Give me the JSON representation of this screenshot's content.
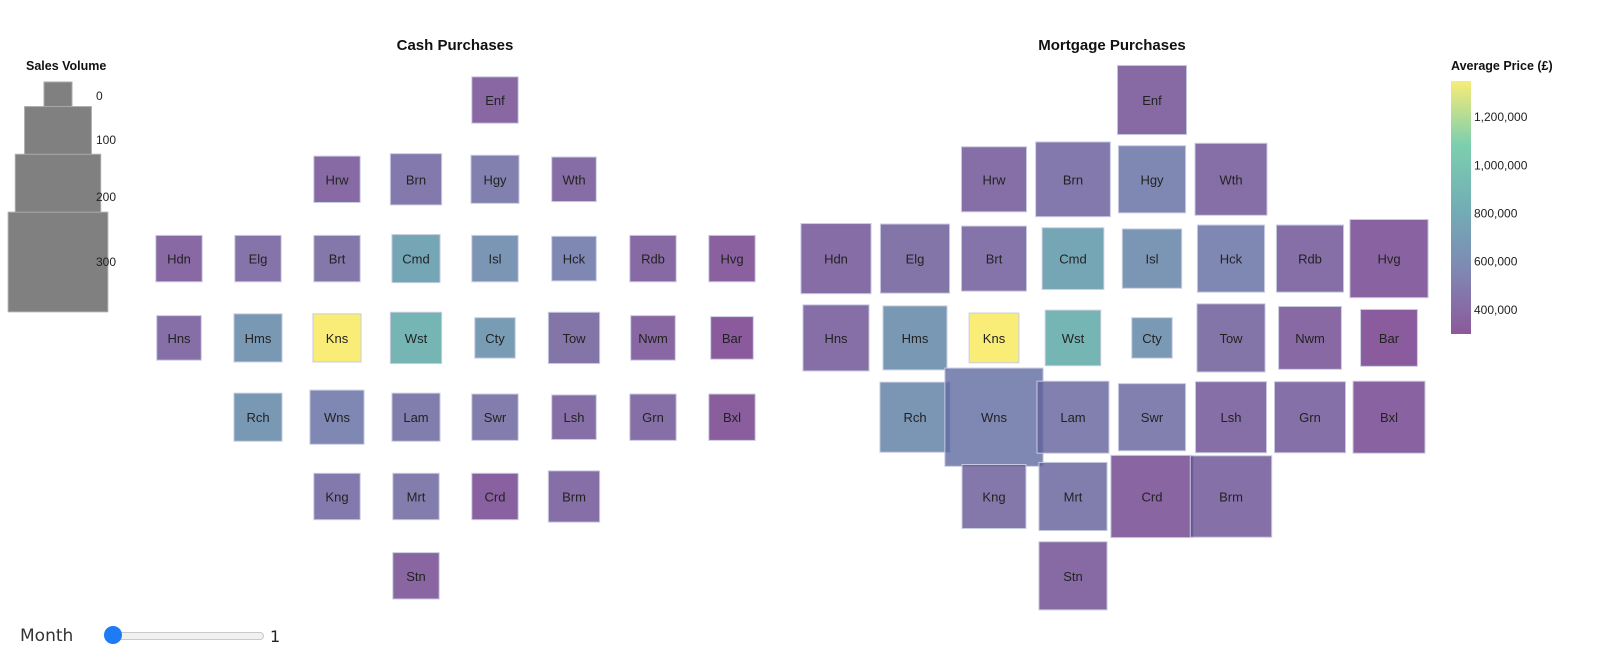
{
  "chart_data": [
    {
      "type": "heatmap",
      "title": "Cash Purchases",
      "color_field": "Average Price (£)",
      "size_field": "Sales Volume",
      "tiles": [
        {
          "code": "Enf",
          "row": 0,
          "col": 4,
          "volume": 40,
          "price": 380000
        },
        {
          "code": "Hrw",
          "row": 1,
          "col": 2,
          "volume": 40,
          "price": 400000
        },
        {
          "code": "Brn",
          "row": 1,
          "col": 3,
          "volume": 55,
          "price": 480000
        },
        {
          "code": "Hgy",
          "row": 1,
          "col": 4,
          "volume": 45,
          "price": 520000
        },
        {
          "code": "Wth",
          "row": 1,
          "col": 5,
          "volume": 35,
          "price": 410000
        },
        {
          "code": "Hdn",
          "row": 2,
          "col": 0,
          "volume": 40,
          "price": 390000
        },
        {
          "code": "Elg",
          "row": 2,
          "col": 1,
          "volume": 40,
          "price": 450000
        },
        {
          "code": "Brt",
          "row": 2,
          "col": 2,
          "volume": 40,
          "price": 470000
        },
        {
          "code": "Cmd",
          "row": 2,
          "col": 3,
          "volume": 45,
          "price": 770000
        },
        {
          "code": "Isl",
          "row": 2,
          "col": 4,
          "volume": 40,
          "price": 650000
        },
        {
          "code": "Hck",
          "row": 2,
          "col": 5,
          "volume": 35,
          "price": 560000
        },
        {
          "code": "Rdb",
          "row": 2,
          "col": 6,
          "volume": 40,
          "price": 400000
        },
        {
          "code": "Hvg",
          "row": 2,
          "col": 7,
          "volume": 40,
          "price": 340000
        },
        {
          "code": "Hns",
          "row": 3,
          "col": 0,
          "volume": 35,
          "price": 420000
        },
        {
          "code": "Hms",
          "row": 3,
          "col": 1,
          "volume": 45,
          "price": 670000
        },
        {
          "code": "Kns",
          "row": 3,
          "col": 2,
          "volume": 45,
          "price": 1350000
        },
        {
          "code": "Wst",
          "row": 3,
          "col": 3,
          "volume": 55,
          "price": 880000
        },
        {
          "code": "Cty",
          "row": 3,
          "col": 4,
          "volume": 25,
          "price": 700000
        },
        {
          "code": "Tow",
          "row": 3,
          "col": 5,
          "volume": 55,
          "price": 460000
        },
        {
          "code": "Nwm",
          "row": 3,
          "col": 6,
          "volume": 35,
          "price": 380000
        },
        {
          "code": "Bar",
          "row": 3,
          "col": 7,
          "volume": 30,
          "price": 310000
        },
        {
          "code": "Rch",
          "row": 4,
          "col": 1,
          "volume": 45,
          "price": 670000
        },
        {
          "code": "Wns",
          "row": 4,
          "col": 2,
          "volume": 65,
          "price": 560000
        },
        {
          "code": "Lam",
          "row": 4,
          "col": 3,
          "volume": 45,
          "price": 510000
        },
        {
          "code": "Swr",
          "row": 4,
          "col": 4,
          "volume": 40,
          "price": 500000
        },
        {
          "code": "Lsh",
          "row": 4,
          "col": 5,
          "volume": 35,
          "price": 420000
        },
        {
          "code": "Grn",
          "row": 4,
          "col": 6,
          "volume": 40,
          "price": 420000
        },
        {
          "code": "Bxl",
          "row": 4,
          "col": 7,
          "volume": 40,
          "price": 330000
        },
        {
          "code": "Kng",
          "row": 5,
          "col": 2,
          "volume": 40,
          "price": 480000
        },
        {
          "code": "Mrt",
          "row": 5,
          "col": 3,
          "volume": 40,
          "price": 500000
        },
        {
          "code": "Crd",
          "row": 5,
          "col": 4,
          "volume": 40,
          "price": 350000
        },
        {
          "code": "Brm",
          "row": 5,
          "col": 5,
          "volume": 55,
          "price": 420000
        },
        {
          "code": "Stn",
          "row": 6,
          "col": 3,
          "volume": 40,
          "price": 370000
        }
      ]
    },
    {
      "type": "heatmap",
      "title": "Mortgage Purchases",
      "color_field": "Average Price (£)",
      "size_field": "Sales Volume",
      "tiles": [
        {
          "code": "Enf",
          "row": 0,
          "col": 4,
          "volume": 130,
          "price": 400000
        },
        {
          "code": "Hrw",
          "row": 1,
          "col": 2,
          "volume": 110,
          "price": 420000
        },
        {
          "code": "Brn",
          "row": 1,
          "col": 3,
          "volume": 160,
          "price": 480000
        },
        {
          "code": "Hgy",
          "row": 1,
          "col": 4,
          "volume": 120,
          "price": 560000
        },
        {
          "code": "Wth",
          "row": 1,
          "col": 5,
          "volume": 145,
          "price": 420000
        },
        {
          "code": "Hdn",
          "row": 2,
          "col": 0,
          "volume": 135,
          "price": 410000
        },
        {
          "code": "Elg",
          "row": 2,
          "col": 1,
          "volume": 130,
          "price": 460000
        },
        {
          "code": "Brt",
          "row": 2,
          "col": 2,
          "volume": 110,
          "price": 450000
        },
        {
          "code": "Cmd",
          "row": 2,
          "col": 3,
          "volume": 95,
          "price": 770000
        },
        {
          "code": "Isl",
          "row": 2,
          "col": 4,
          "volume": 85,
          "price": 650000
        },
        {
          "code": "Hck",
          "row": 2,
          "col": 5,
          "volume": 120,
          "price": 560000
        },
        {
          "code": "Rdb",
          "row": 2,
          "col": 6,
          "volume": 120,
          "price": 420000
        },
        {
          "code": "Hvg",
          "row": 2,
          "col": 7,
          "volume": 180,
          "price": 360000
        },
        {
          "code": "Hns",
          "row": 3,
          "col": 0,
          "volume": 115,
          "price": 420000
        },
        {
          "code": "Hms",
          "row": 3,
          "col": 1,
          "volume": 105,
          "price": 670000
        },
        {
          "code": "Kns",
          "row": 3,
          "col": 2,
          "volume": 50,
          "price": 1350000
        },
        {
          "code": "Wst",
          "row": 3,
          "col": 3,
          "volume": 70,
          "price": 880000
        },
        {
          "code": "Cty",
          "row": 3,
          "col": 4,
          "volume": 25,
          "price": 680000
        },
        {
          "code": "Tow",
          "row": 3,
          "col": 5,
          "volume": 125,
          "price": 460000
        },
        {
          "code": "Nwm",
          "row": 3,
          "col": 6,
          "volume": 100,
          "price": 390000
        },
        {
          "code": "Bar",
          "row": 3,
          "col": 7,
          "volume": 75,
          "price": 320000
        },
        {
          "code": "Rch",
          "row": 4,
          "col": 1,
          "volume": 135,
          "price": 650000
        },
        {
          "code": "Wns",
          "row": 4,
          "col": 2,
          "volume": 320,
          "price": 560000
        },
        {
          "code": "Lam",
          "row": 4,
          "col": 3,
          "volume": 145,
          "price": 520000
        },
        {
          "code": "Swr",
          "row": 4,
          "col": 4,
          "volume": 120,
          "price": 520000
        },
        {
          "code": "Lsh",
          "row": 4,
          "col": 5,
          "volume": 140,
          "price": 420000
        },
        {
          "code": "Grn",
          "row": 4,
          "col": 6,
          "volume": 140,
          "price": 430000
        },
        {
          "code": "Bxl",
          "row": 4,
          "col": 7,
          "volume": 145,
          "price": 360000
        },
        {
          "code": "Kng",
          "row": 5,
          "col": 2,
          "volume": 105,
          "price": 470000
        },
        {
          "code": "Mrt",
          "row": 5,
          "col": 3,
          "volume": 125,
          "price": 510000
        },
        {
          "code": "Crd",
          "row": 5,
          "col": 4,
          "volume": 205,
          "price": 370000
        },
        {
          "code": "Brm",
          "row": 5,
          "col": 5,
          "volume": 200,
          "price": 430000
        },
        {
          "code": "Stn",
          "row": 6,
          "col": 3,
          "volume": 125,
          "price": 400000
        }
      ]
    }
  ],
  "size_legend": {
    "title": "Sales Volume",
    "entries": [
      {
        "value": 0,
        "label": "0"
      },
      {
        "value": 100,
        "label": "100"
      },
      {
        "value": 200,
        "label": "200"
      },
      {
        "value": 300,
        "label": "300"
      }
    ]
  },
  "color_legend": {
    "title": "Average Price (£)",
    "domain": [
      300000,
      1350000
    ],
    "ticks": [
      {
        "value": 1200000,
        "label": "1,200,000"
      },
      {
        "value": 1000000,
        "label": "1,000,000"
      },
      {
        "value": 800000,
        "label": "800,000"
      },
      {
        "value": 600000,
        "label": "600,000"
      },
      {
        "value": 400000,
        "label": "400,000"
      }
    ],
    "colors": [
      "#6f2f82",
      "#5f6aa0",
      "#4f9aa3",
      "#5cc39a",
      "#f7e855"
    ]
  },
  "tile_opacity": 0.8,
  "tile_stroke": "#c8cce0",
  "slider": {
    "label": "Month",
    "value": "1",
    "position_fraction": 0.0,
    "thumb_color": "#1e7bf5"
  }
}
